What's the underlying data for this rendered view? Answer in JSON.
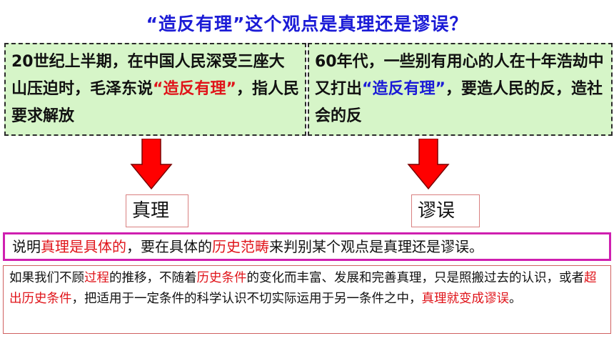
{
  "title": "“造反有理”这个观点是真理还是谬误？",
  "left_box": {
    "part1": "20世纪上半期，在中国人民深受三座大山压迫时，毛泽东说",
    "highlight": "“造反有理”",
    "part2": "，指人民要求解放"
  },
  "right_box": {
    "part1": "60年代，一些别有用心的人在十年浩劫中又打出",
    "highlight": "“造反有理”",
    "part2": "，要造人民的反，造社会的反"
  },
  "labels": {
    "left": "真理",
    "right": "谬误"
  },
  "summary": {
    "t1": "说明",
    "h1": "真理是具体的",
    "t2": "，要在具体的",
    "h2": "历史范畴",
    "t3": "来判别某个观点是真理还是谬误。"
  },
  "note": {
    "t1": "如果我们不顾",
    "h1": "过程",
    "t2": "的推移，不随着",
    "h2": "历史条件",
    "t3": "的变化而丰富、发展和完善真理，只是照搬过去的认识，或者",
    "h3": "超出历史条件",
    "t4": "，把适用于一定条件的科学认识不切实际运用于另一条件之中，",
    "h4": "真理就变成谬误",
    "t5": "。"
  },
  "colors": {
    "title": "#1b1bd6",
    "highlight_red": "#e0141a",
    "highlight_blue": "#1b1bd6",
    "box_fill": "#d6f5c8",
    "arrow": "#ff0000",
    "summary_border": "#cf1fb0"
  }
}
